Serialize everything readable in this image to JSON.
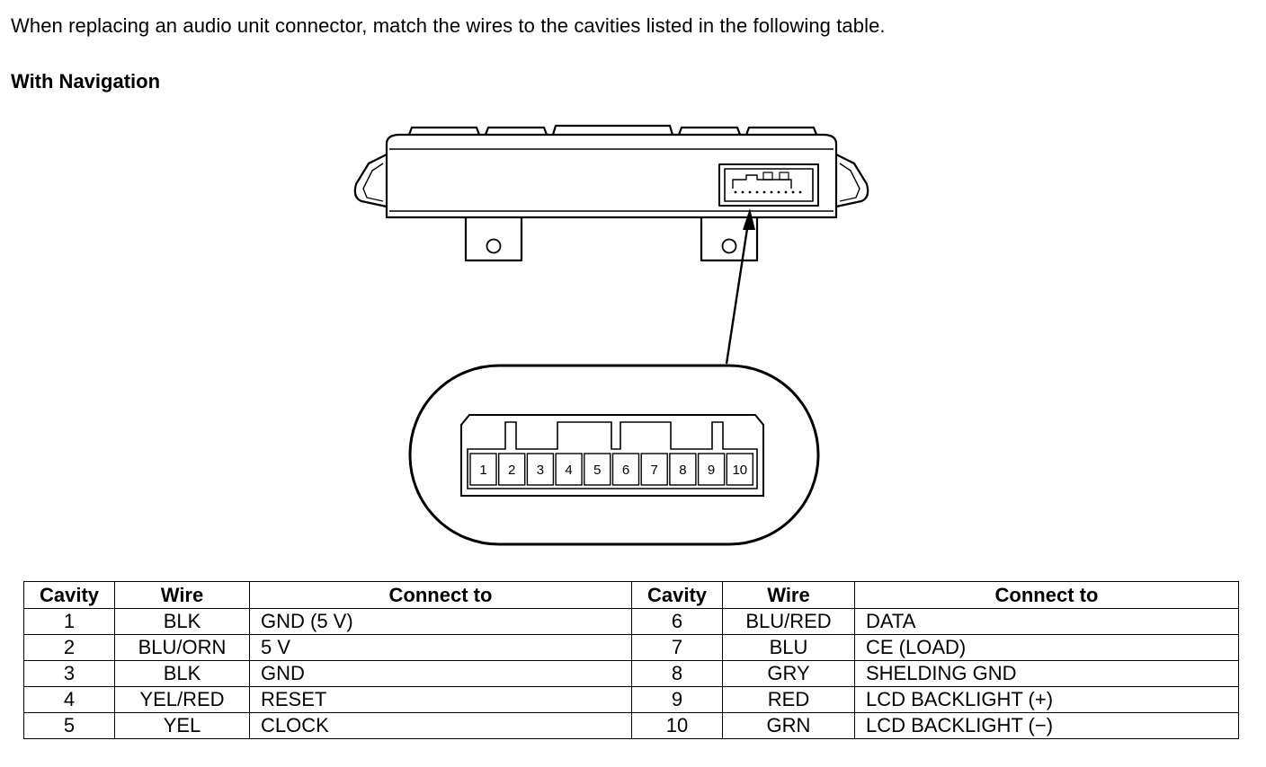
{
  "intro": "When replacing an audio unit connector, match the wires to the cavities listed in the following table.",
  "section_title": "With Navigation",
  "connector": {
    "pins": [
      "1",
      "2",
      "3",
      "4",
      "5",
      "6",
      "7",
      "8",
      "9",
      "10"
    ]
  },
  "table": {
    "headers": [
      "Cavity",
      "Wire",
      "Connect to",
      "Cavity",
      "Wire",
      "Connect to"
    ],
    "rows": [
      [
        "1",
        "BLK",
        "GND (5 V)",
        "6",
        "BLU/RED",
        "DATA"
      ],
      [
        "2",
        "BLU/ORN",
        "5 V",
        "7",
        "BLU",
        "CE (LOAD)"
      ],
      [
        "3",
        "BLK",
        "GND",
        "8",
        "GRY",
        "SHELDING GND"
      ],
      [
        "4",
        "YEL/RED",
        "RESET",
        "9",
        "RED",
        "LCD BACKLIGHT (+)"
      ],
      [
        "5",
        "YEL",
        "CLOCK",
        "10",
        "GRN",
        "LCD BACKLIGHT (−)"
      ]
    ]
  }
}
